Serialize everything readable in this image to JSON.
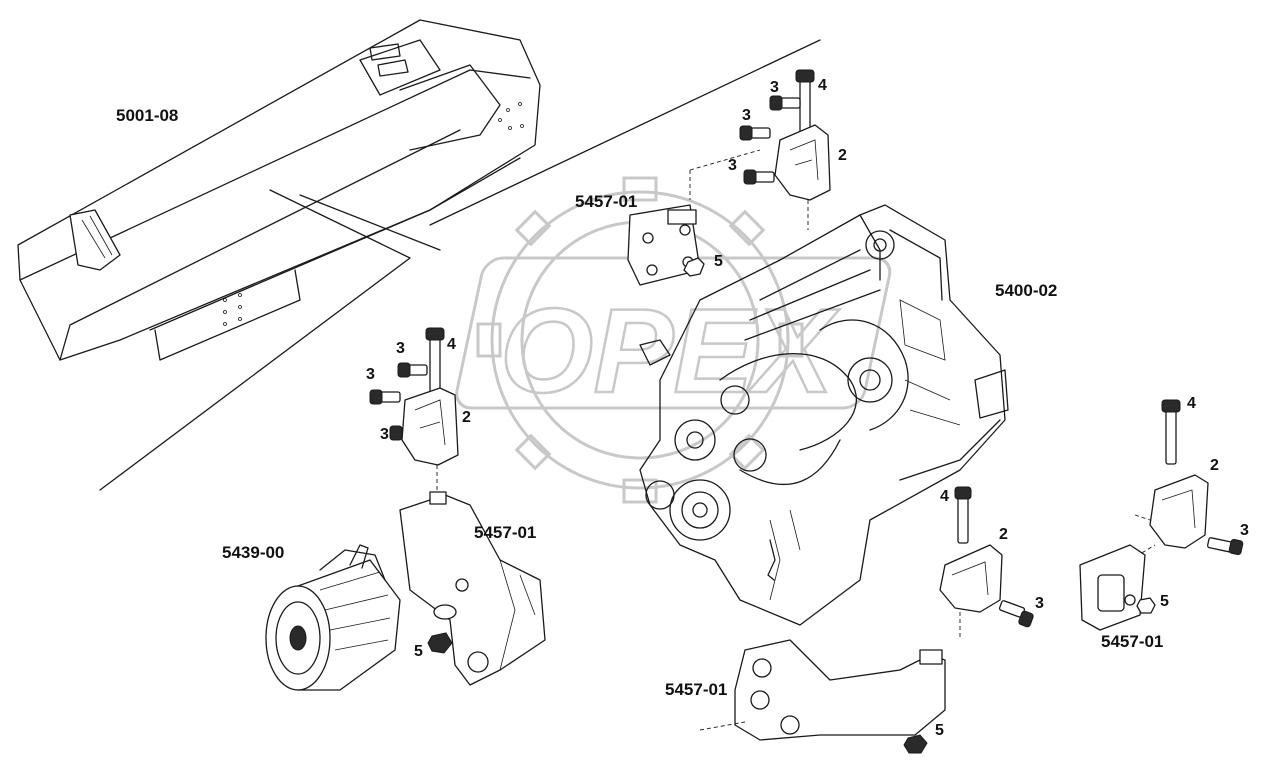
{
  "watermark": {
    "text": "OPEX"
  },
  "labels": {
    "frame": "5001-08",
    "bracket_top": "5457-01",
    "engine": "5400-02",
    "bracket_left": "5457-01",
    "compressor": "5439-00",
    "bracket_bottom": "5457-01",
    "bracket_right": "5457-01"
  },
  "callouts": {
    "top_mount": {
      "bolt_long": "4",
      "bolt_a": "3",
      "bolt_b": "3",
      "bolt_c": "3",
      "cushion": "2",
      "nut": "5"
    },
    "left_mount": {
      "bolt_long": "4",
      "bolt_a": "3",
      "bolt_b": "3",
      "bolt_c": "3",
      "cushion": "2",
      "nut": "5"
    },
    "bottom_mount": {
      "bolt_long": "4",
      "cushion": "2",
      "bolt_a": "3",
      "nut": "5"
    },
    "right_mount": {
      "bolt_long": "4",
      "cushion": "2",
      "bolt_a": "3",
      "nut": "5"
    }
  }
}
